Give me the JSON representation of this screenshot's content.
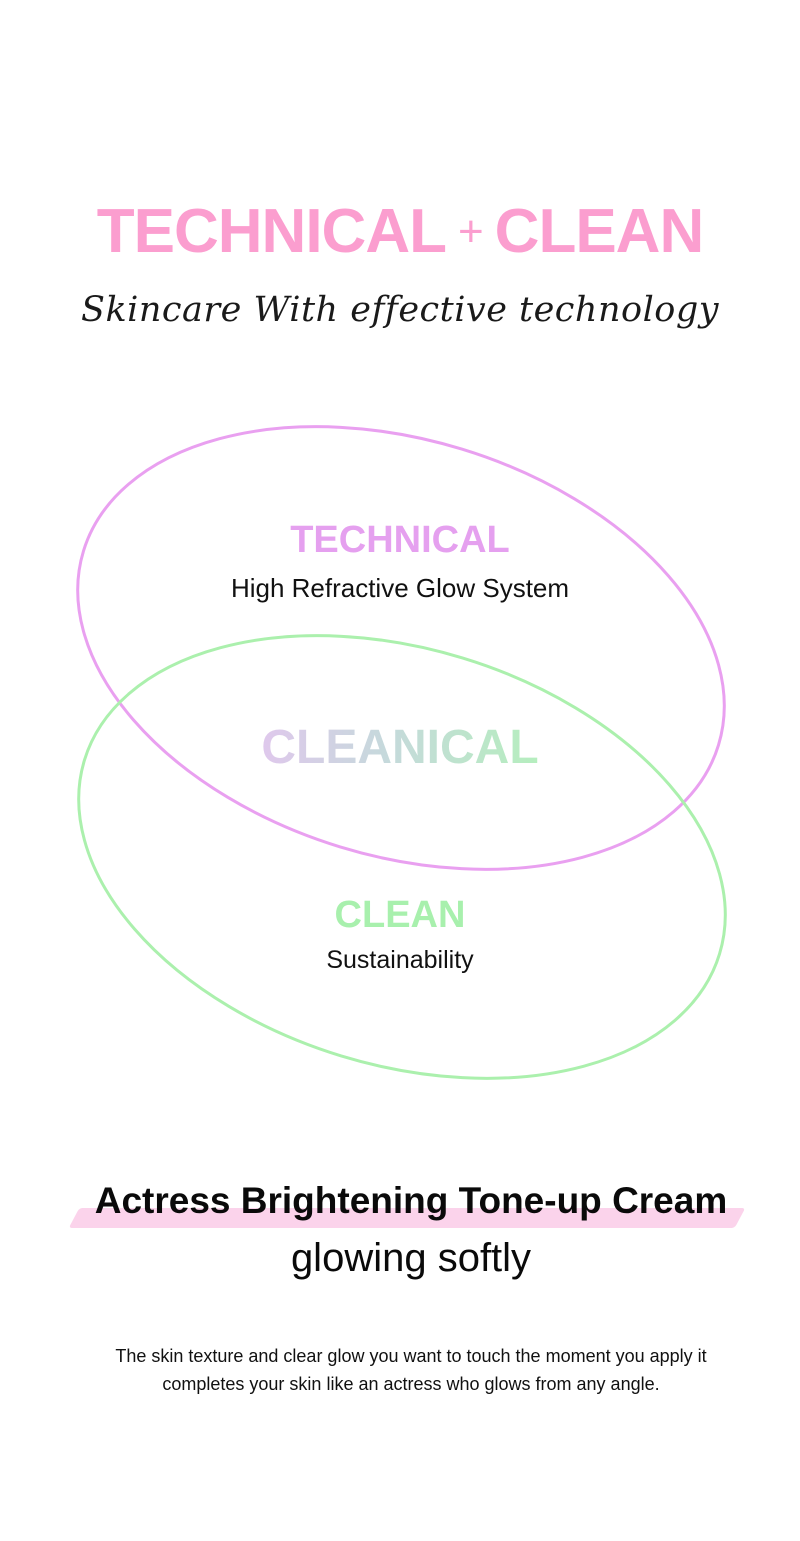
{
  "hero": {
    "title_left": "TECHNICAL",
    "title_plus": "+",
    "title_right": "CLEAN",
    "script_line": "Skincare With effective technology"
  },
  "diagram": {
    "technical": {
      "title": "TECHNICAL",
      "subtitle": "High Refractive Glow System"
    },
    "overlap": {
      "title": "CLEANICAL"
    },
    "clean": {
      "title": "CLEAN",
      "subtitle": "Sustainability"
    }
  },
  "product": {
    "name": "Actress Brightening Tone-up Cream",
    "tagline": "glowing softly",
    "description_line1": "The skin texture and clear glow you want to touch the moment you apply it",
    "description_line2": "completes your skin like an actress who glows from any angle."
  },
  "colors": {
    "pink_accent": "#fb9ecf",
    "technical_violet": "#e5a0ef",
    "clean_green": "#a8f0ad",
    "highlight_pink": "#fbd3eb"
  }
}
